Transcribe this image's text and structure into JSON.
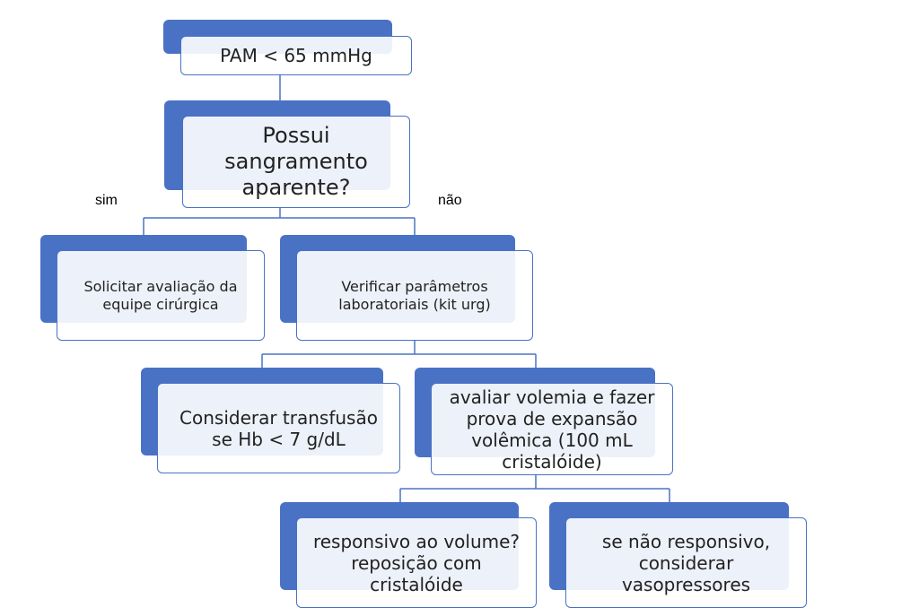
{
  "colors": {
    "accent": "#4a72c4",
    "box_fill": "#ffffff",
    "text": "#222222"
  },
  "nodes": {
    "pam": "PAM < 65 mmHg",
    "bleeding_question": "Possui sangramento aparente?",
    "surgical_team": "Solicitar avaliação da equipe cirúrgica",
    "lab_params": "Verificar parâmetros laboratoriais (kit urg)",
    "transfusion": "Considerar transfusão se Hb < 7 g/dL",
    "volemia": "avaliar volemia e fazer prova de expansão volêmica (100 mL cristalóide)",
    "responsive": "responsivo ao volume? reposição com cristalóide",
    "not_responsive": "se não responsivo, considerar vasopressores"
  },
  "labels": {
    "yes": "sim",
    "no": "não"
  }
}
